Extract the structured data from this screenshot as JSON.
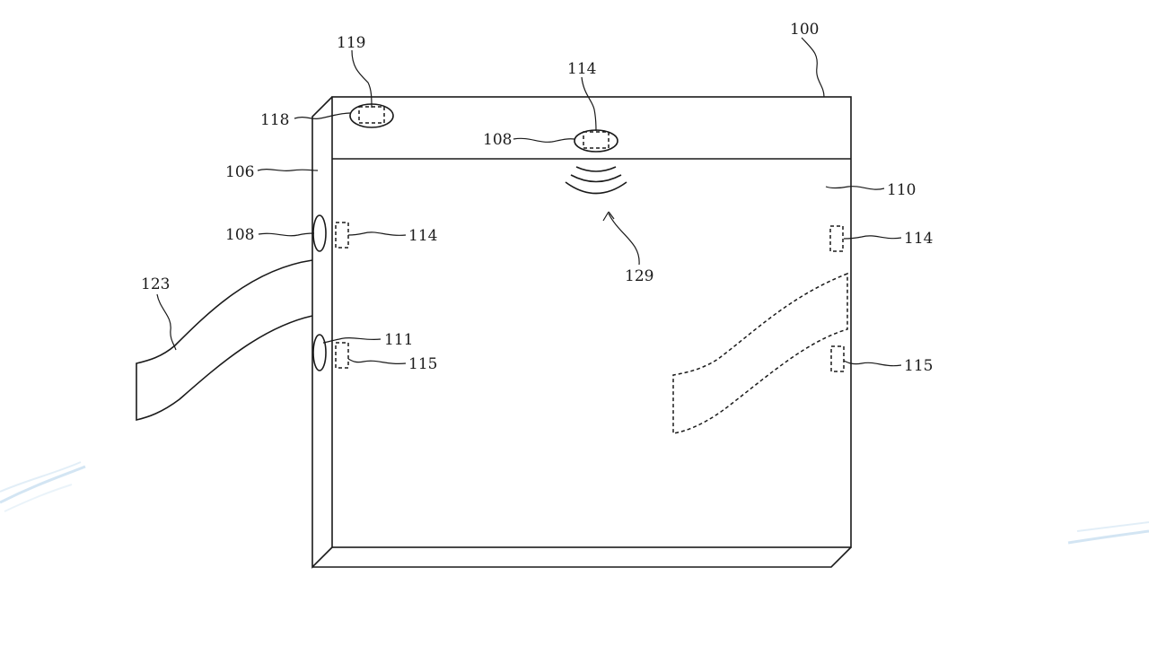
{
  "labels": {
    "device": "100",
    "side_panel": "106",
    "front_face": "110",
    "top_sensor_outer": "118",
    "top_sensor_inner": "119",
    "center_sensor": "108",
    "center_sensor_inner": "114",
    "side_sensor_upper": "108",
    "side_sensor_upper_inner": "114",
    "side_sensor_lower": "111",
    "side_sensor_lower_inner": "115",
    "signal": "129",
    "cable": "123",
    "right_upper_sensor": "114",
    "right_lower_sensor": "115"
  },
  "colors": {
    "ink": "#1a1a1a",
    "background": "#ffffff",
    "accent_streak": "#a9cde9"
  }
}
